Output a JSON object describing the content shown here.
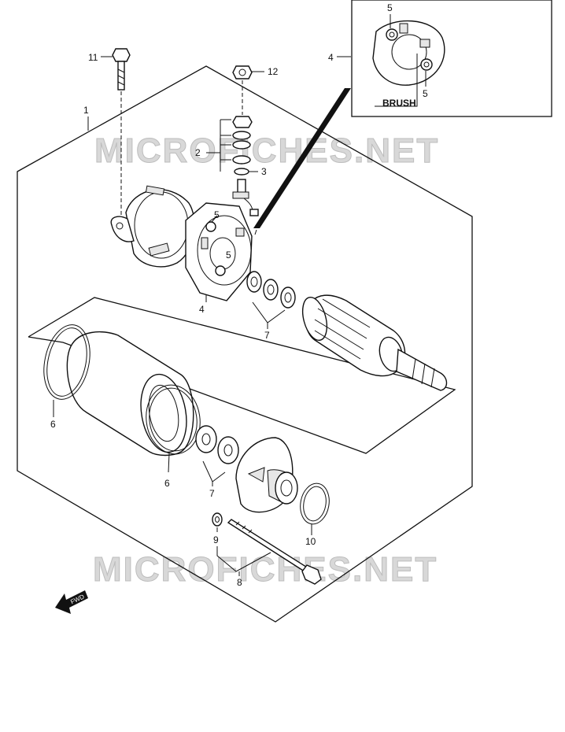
{
  "watermark": "MICROFICHES.NET",
  "callouts": {
    "p1": "1",
    "p2": "2",
    "p3": "3",
    "p4_main": "4",
    "p4_inset": "4",
    "p5_inset_top": "5",
    "p5_inset_bottom": "5",
    "p5_main_top": "5",
    "p5_main_mid": "5",
    "p6_left": "6",
    "p6_mid": "6",
    "p7_upper": "7",
    "p7_lower": "7",
    "p8": "8",
    "p9": "9",
    "p10": "10",
    "p11": "11",
    "p12": "12"
  },
  "inset": {
    "brush_label": "BRUSH"
  },
  "fwd_label": "FWD",
  "icons": {
    "fwd": "forward-arrow-icon"
  }
}
